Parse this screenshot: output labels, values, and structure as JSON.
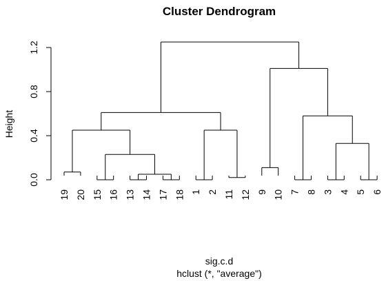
{
  "chart_data": {
    "type": "dendrogram",
    "title": "Cluster Dendrogram",
    "ylabel": "Height",
    "xlabel": "sig.c.d",
    "sublabel": "hclust (*, \"average\")",
    "ylim": [
      0,
      1.3
    ],
    "yticks": [
      0.0,
      0.4,
      0.8,
      1.2
    ],
    "ytick_labels": [
      "0.0",
      "0.4",
      "0.8",
      "1.2"
    ],
    "leaf_order": [
      "19",
      "20",
      "15",
      "16",
      "13",
      "14",
      "17",
      "18",
      "1",
      "2",
      "11",
      "12",
      "9",
      "10",
      "7",
      "8",
      "3",
      "4",
      "5",
      "6"
    ],
    "merges": [
      {
        "left": "15",
        "right": "16",
        "height": 0.0
      },
      {
        "left": "13",
        "right": "14",
        "height": 0.0
      },
      {
        "left": "17",
        "right": "18",
        "height": 0.0
      },
      {
        "left": "1",
        "right": "2",
        "height": 0.0
      },
      {
        "left": "7",
        "right": "8",
        "height": 0.0
      },
      {
        "left": "3",
        "right": "4",
        "height": 0.0
      },
      {
        "left": "5",
        "right": "6",
        "height": 0.0
      },
      {
        "left": "11",
        "right": "12",
        "height": 0.02
      },
      {
        "left": "13-14",
        "right": "17-18",
        "height": 0.05
      },
      {
        "left": "19",
        "right": "20",
        "height": 0.07
      },
      {
        "left": "9",
        "right": "10",
        "height": 0.11
      },
      {
        "left": "15-16",
        "right": "13-18",
        "height": 0.23
      },
      {
        "left": "3-4",
        "right": "5-6",
        "height": 0.33
      },
      {
        "left": "19-20",
        "right": "15-18",
        "height": 0.45
      },
      {
        "left": "1-2",
        "right": "11-12",
        "height": 0.45
      },
      {
        "left": "7-8",
        "right": "3-6",
        "height": 0.58
      },
      {
        "left": "19-18",
        "right": "1-12",
        "height": 0.61
      },
      {
        "left": "9-10",
        "right": "7-6",
        "height": 1.01
      },
      {
        "left": "19-12",
        "right": "9-6",
        "height": 1.25
      }
    ]
  }
}
